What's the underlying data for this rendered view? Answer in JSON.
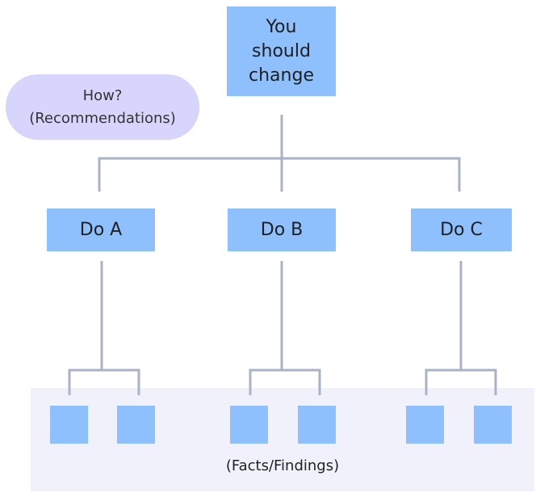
{
  "top": {
    "label": "You\nshould\nchange"
  },
  "question": {
    "line1": "How?",
    "line2": "(Recommendations)"
  },
  "actions": [
    {
      "label": "Do A"
    },
    {
      "label": "Do B"
    },
    {
      "label": "Do C"
    }
  ],
  "facts": {
    "label": "(Facts/Findings)"
  },
  "colors": {
    "box_fill": "#8fc0fe",
    "pill_fill": "#d7d5fb",
    "band_fill": "#f1f1fc",
    "connector": "#aab2c5"
  }
}
